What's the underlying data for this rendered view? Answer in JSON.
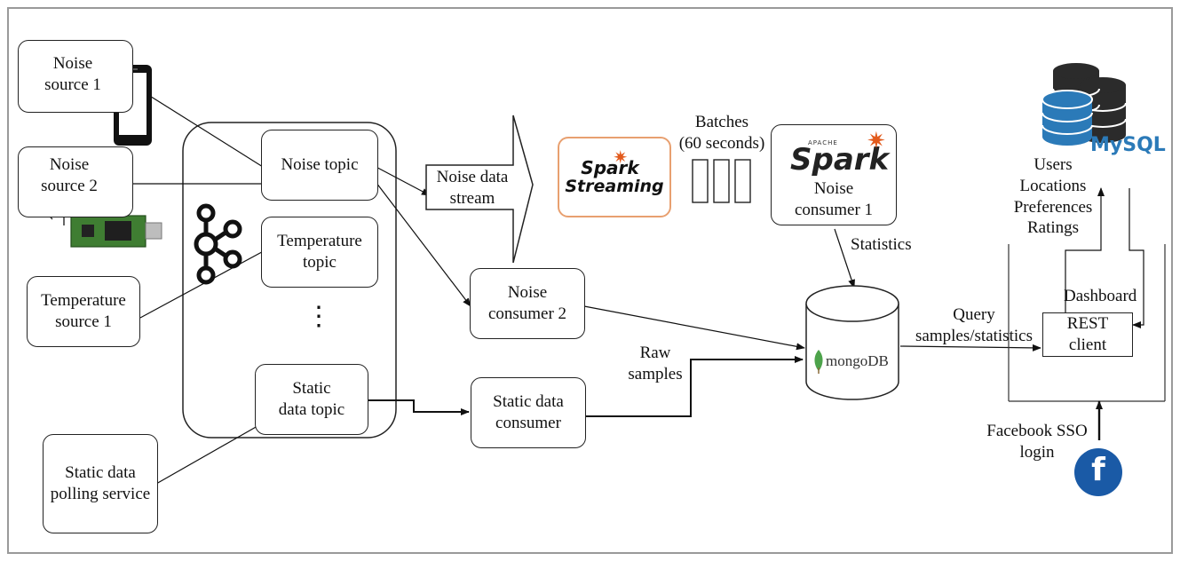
{
  "sources": {
    "noise1": [
      "Noise",
      "source 1"
    ],
    "noise2": [
      "Noise",
      "source 2"
    ],
    "temperature1": [
      "Temperature",
      "source 1"
    ],
    "static_polling": [
      "Static data",
      "polling service"
    ]
  },
  "topics": {
    "noise": "Noise topic",
    "temperature": [
      "Temperature",
      "topic"
    ],
    "ellipsis": "⋮",
    "static": [
      "Static",
      "data topic"
    ]
  },
  "stream": {
    "label": [
      "Noise data",
      "stream"
    ]
  },
  "spark_streaming_logo": {
    "line1": "Spark",
    "line2": "Streaming"
  },
  "batches": {
    "label": [
      "Batches",
      "(60 seconds)"
    ]
  },
  "spark_logo": {
    "small": "APACHE",
    "big": "Spark"
  },
  "noise_consumer_1": [
    "Noise",
    "consumer 1"
  ],
  "noise_consumer_2": [
    "Noise",
    "consumer 2"
  ],
  "static_consumer": [
    "Static data",
    "consumer"
  ],
  "statistics_label": "Statistics",
  "raw_samples_label": [
    "Raw",
    "samples"
  ],
  "mongodb_logo": "mongoDB",
  "query_label": [
    "Query",
    "samples/statistics"
  ],
  "mysql_logo": "MySQL",
  "mysql_tables": [
    "Users",
    "Locations",
    "Preferences",
    "Ratings"
  ],
  "dashboard_label": "Dashboard",
  "rest_client": [
    "REST",
    "client"
  ],
  "facebook_sso": [
    "Facebook SSO",
    "login"
  ],
  "facebook_logo": "f",
  "colors": {
    "spark_orange": "#e25a1c",
    "mongo_green": "#4da34b",
    "mysql_blue": "#2b7ab8",
    "facebook_blue": "#1a5aa6",
    "kafka_black": "#111111",
    "board_green": "#3f7d32"
  }
}
